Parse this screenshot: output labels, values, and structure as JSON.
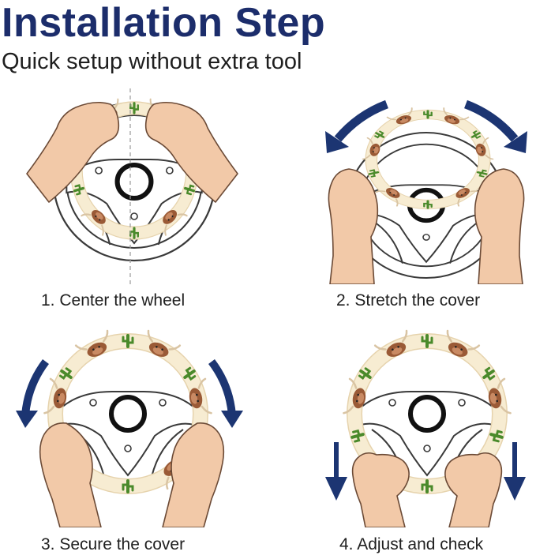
{
  "header": {
    "title": "Installation Step",
    "subtitle": "Quick setup without extra tool"
  },
  "steps": [
    {
      "label": "1. Center the wheel"
    },
    {
      "label": "2. Stretch the cover"
    },
    {
      "label": "3. Secure the cover"
    },
    {
      "label": "4. Adjust and check"
    }
  ],
  "colors": {
    "title": "#1c2d6b",
    "arrow": "#1c3572",
    "cover": "#f7ecd2",
    "skin": "#f2c9a8",
    "cactus": "#4a8a2b",
    "cow": "#9a5a36",
    "wheel_outline": "#3a3a3a",
    "hub": "#111111"
  }
}
